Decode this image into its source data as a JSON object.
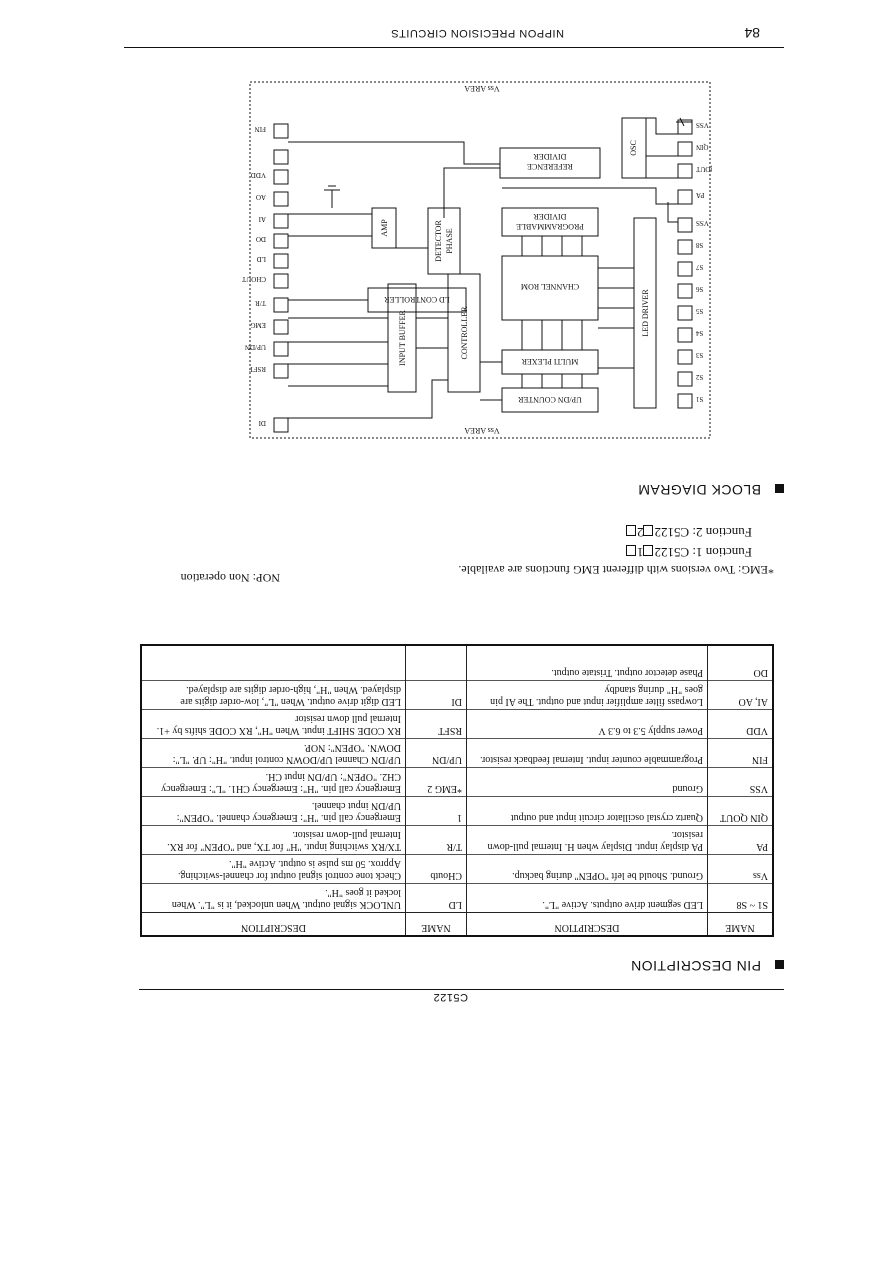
{
  "header": {
    "page_number": "84",
    "company": "NIPPON PRECISION CIRCUITS",
    "part": "C5122"
  },
  "pin_section": {
    "title": "PIN DESCRIPTION"
  },
  "table": {
    "col_headers": [
      "NAME",
      "DESCRIPTION",
      "NAME",
      "DESCRIPTION"
    ],
    "rows": [
      {
        "n1": "S1 ~ S8",
        "d1": "LED segment drive outputs. Active \"L\".",
        "n2": "LD",
        "d2": "UNLOCK signal output. When unlocked, it is \"L\". When locked it goes \"H\"."
      },
      {
        "n1": "Vss",
        "d1": "Ground. Should be left \"OPEN\" during backup.",
        "n2": "CHoutb",
        "d2": "Check tone control signal output for channel-switching. Approx. 50 ms pulse is output. Active \"H\"."
      },
      {
        "n1": "PA",
        "d1": "PA display input. Display when H. Internal pull-down resistor.",
        "n2": "T/R",
        "d2": "TX/RX switching input. \"H\" for TX, and \"OPEN\" for RX. Internal pull-down resistor."
      },
      {
        "n1": "QIN QOUT",
        "d1": "Quartz crystal oscillator circuit input and output",
        "n2": "1",
        "d2": "Emergency call pin. \"H\": Emergency channel. \"OPEN\": UP/DN input channel."
      },
      {
        "n1": "VSS",
        "d1": "Ground",
        "n2": "*EMG 2",
        "d2": "Emergency call pin. \"H\": Emergency CH1. \"L\": Emergency CH2. \"OPEN\": UP/DN input CH."
      },
      {
        "n1": "FIN",
        "d1": "Programmable counter input. Internal feedback resistor.",
        "n2": "UP/DN",
        "d2": "UP/DN Channel UP/DOWN control input. \"H\": UP. \"L\": DOWN. \"OPEN\": NOP."
      },
      {
        "n1": "VDD",
        "d1": "Power supply 5.3 to 6.3 V",
        "n2": "RSFT",
        "d2": "RX CODE SHIFT input. When \"H\", RX CODE shifts by +1. Internal pull down resistor"
      },
      {
        "n1": "AI, AO",
        "d1": "Lowpass filter amplifier input and output. The AI pin goes \"H\" during standby",
        "n2": "DI",
        "d2": "LED digit drive output. When \"L\", low-order digits are displayed. When \"H\", high-order digits are displayed."
      },
      {
        "n1": "DO",
        "d1": "Phase detector output. Tristate output.",
        "n2": "",
        "d2": ""
      }
    ]
  },
  "notes": {
    "nop": "NOP: Non operation",
    "emg": "*EMG: Two versions with different EMG functions are available.",
    "function1": "Function 1:  C5122",
    "function1_suffix": "1",
    "function2": "Function 2:  C5122",
    "function2_suffix": "2"
  },
  "block_section": {
    "title": "BLOCK DIAGRAM"
  },
  "diagram": {
    "area_top": "Vss AREA",
    "area_bottom": "Vss AREA",
    "blocks": {
      "ref_divider_1": "REFERENCE",
      "ref_divider_2": "DIVIDER",
      "osc": "OSC",
      "prog_divider_1": "PROGRAMMABLE",
      "prog_divider_2": "DIVIDER",
      "phase_detector_1": "PHASE",
      "phase_detector_2": "DETECTOR",
      "amp": "AMP",
      "channel_rom": "CHANNEL ROM",
      "ld_controller": "LD CONTROLLER",
      "input_buffer": "INPUT BUFFER",
      "controller": "CONTROLLER",
      "multiplexer": "MULTI PLEXER",
      "updn_counter": "UP/DN COUNTER",
      "led_driver": "LED DRIVER"
    },
    "right_pins": [
      "FIN",
      "VDD",
      "AO",
      "AI",
      "DO",
      "LD",
      "CHOUT",
      "T/R",
      "EMG",
      "UP/DN",
      "RSFT",
      "DI"
    ],
    "left_pins": [
      "VSS",
      "QIN",
      "QOUT",
      "PA",
      "VSS",
      "S8",
      "S7",
      "S6",
      "S5",
      "S4",
      "S3",
      "S2",
      "S1"
    ]
  }
}
